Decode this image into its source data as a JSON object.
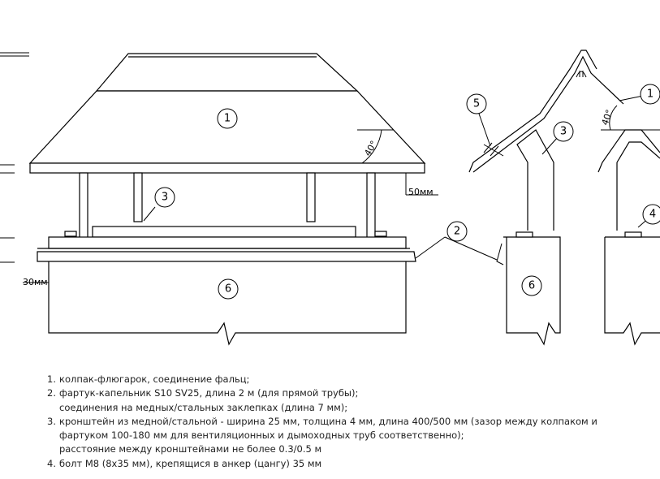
{
  "callouts": [
    "1",
    "2",
    "3",
    "4",
    "5",
    "6"
  ],
  "dimensions": {
    "overhang": "50мм",
    "apron_height": "30мм",
    "angle": "40°"
  },
  "legend": [
    {
      "number": "1.",
      "lines": [
        "колпак-флюгарок, соединение фальц;"
      ]
    },
    {
      "number": "2.",
      "lines": [
        "фартук-капельник S10 SV25, длина 2 м (для прямой трубы);",
        "соединения на медных/стальных заклепках  (длина 7 мм);"
      ]
    },
    {
      "number": "3.",
      "lines": [
        "кронштейн из медной/стальной - ширина 25 мм, толщина 4 мм, длина 400/500 мм (зазор между колпаком и",
        "фартуком 100-180 мм для вентиляционных и дымоходных труб соответственно);",
        "расстояние между кронштейнами не более 0.3/0.5 м"
      ]
    },
    {
      "number": "4.",
      "lines": [
        "болт М8 (8х35 мм), крепящися в анкер (цангу) 35 мм"
      ]
    }
  ]
}
